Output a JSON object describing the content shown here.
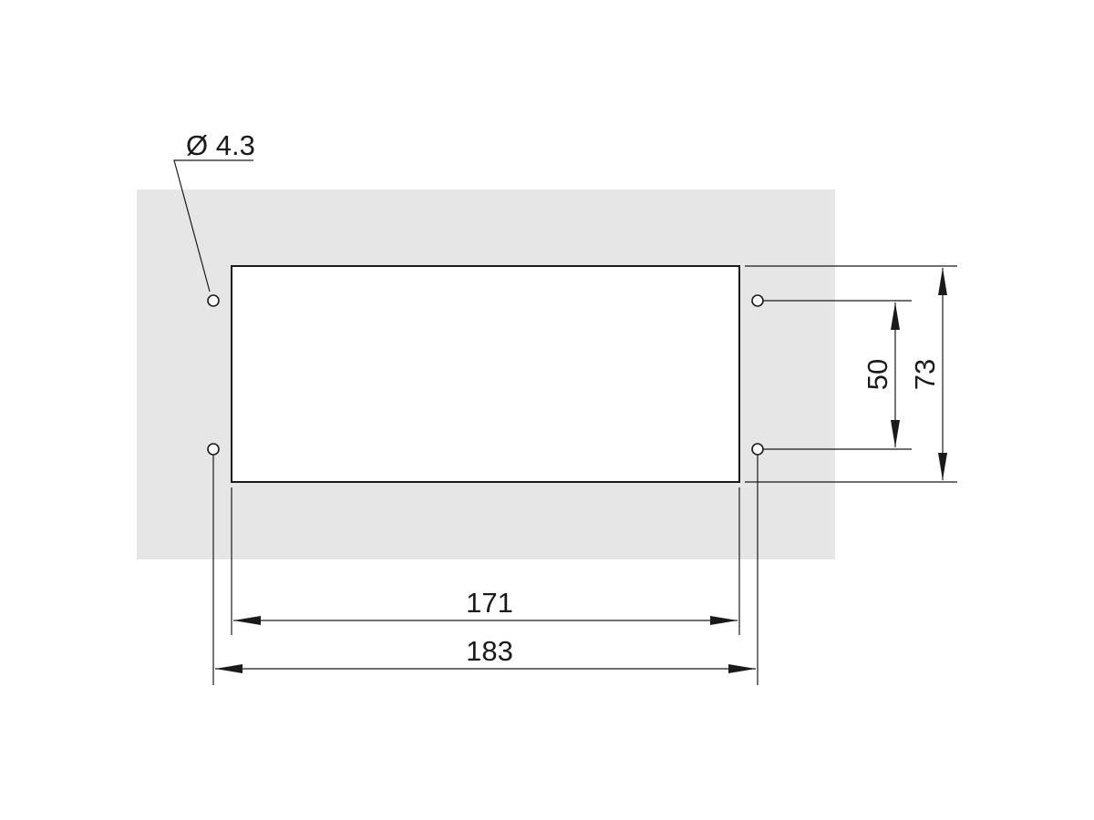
{
  "drawing": {
    "colors": {
      "panel": "#e6e6e6",
      "cutout": "#ffffff",
      "ink": "#1a1a1a"
    },
    "dimensions": {
      "hole_diameter": "Ø 4.3",
      "cutout_width": "171",
      "hole_spacing_horizontal": "183",
      "hole_spacing_vertical": "50",
      "cutout_height": "73"
    }
  }
}
